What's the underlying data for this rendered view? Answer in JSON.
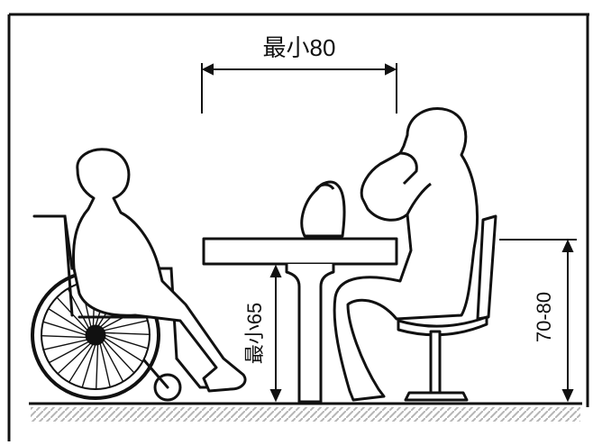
{
  "labels": {
    "top_width": "最小80",
    "table_height": "最小65",
    "seat_height": "70-80"
  },
  "colors": {
    "line": "#111111",
    "background": "#ffffff",
    "ground_hatch": "#b5b5b5"
  },
  "figures": {
    "left": "wheelchair-user-icon",
    "right": "seated-person-icon",
    "object_on_table": "bag-icon"
  }
}
